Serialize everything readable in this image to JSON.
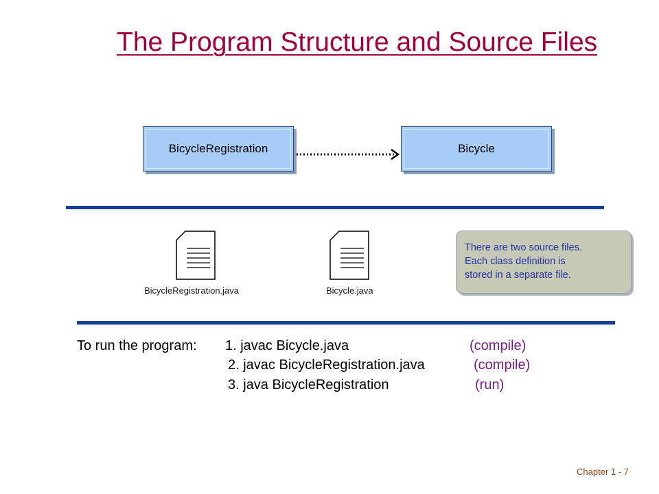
{
  "slide": {
    "title": "The Program Structure and Source Files",
    "footer": "Chapter 1 - 7"
  },
  "diagram": {
    "classes": [
      {
        "name": "BicycleRegistration"
      },
      {
        "name": "Bicycle"
      }
    ],
    "dependency_arrow": {
      "style": "dotted",
      "from": "BicycleRegistration",
      "to": "Bicycle"
    }
  },
  "files": [
    {
      "icon": "document-icon",
      "label": "BicycleRegistration.java"
    },
    {
      "icon": "document-icon",
      "label": "Bicycle.java"
    }
  ],
  "callout": {
    "line1": "There are two source files.",
    "line2": "Each class definition is",
    "line3": "stored in a separate file."
  },
  "instructions": {
    "lead": "To run the program:",
    "steps": [
      {
        "command": "1. javac Bicycle.java",
        "note": "(compile)"
      },
      {
        "command": "2. javac BicycleRegistration.java",
        "note": "(compile)"
      },
      {
        "command": "3. java BicycleRegistration",
        "note": "(run)"
      }
    ]
  },
  "colors": {
    "title": "#a00040",
    "class_fill": "#a6ccf7",
    "rule": "#123f94",
    "callout_fill": "#c6c9b6",
    "callout_text": "#2233a0",
    "note_text": "#7a1a8c"
  }
}
